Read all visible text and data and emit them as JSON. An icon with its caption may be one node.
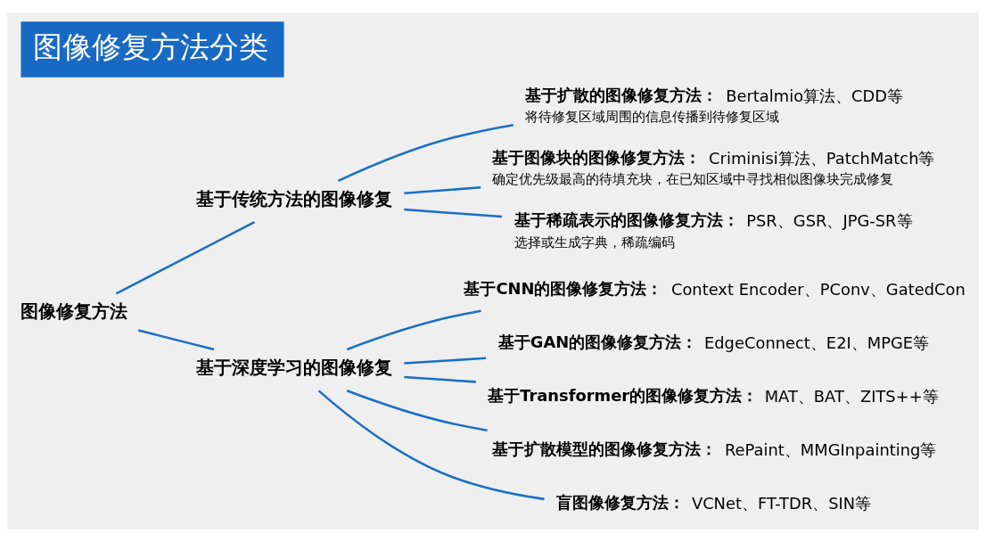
{
  "diagram": {
    "title": "图像修复方法分类",
    "nodes": [
      {
        "text": [
          "图像修复方法"
        ]
      },
      {
        "text": [
          "基于传统方法的图像修复"
        ]
      },
      {
        "text": [
          "基于扩散的图像修复方法：",
          "Bertalmio算法、CDD等",
          "将待修复区域周围的信息传播到待修复区域"
        ]
      },
      {
        "text": [
          "基于图像块的图像修复方法：",
          "Criminisi算法、PatchMatch等",
          "确定优先级最高的待填充块，在已知区域中寻找相似图像块完成修复"
        ]
      },
      {
        "text": [
          "基于稀疏表示的图像修复方法：",
          "PSR、GSR、JPG-SR等",
          "选择或生成字典，稀疏编码"
        ]
      },
      {
        "text": [
          "基于深度学习的图像修复"
        ]
      },
      {
        "text": [
          "基于CNN的图像修复方法：",
          "Context Encoder、PConv、GatedCon"
        ]
      },
      {
        "text": [
          "基于GAN的图像修复方法：",
          "EdgeConnect、E2I、MPGE等"
        ]
      },
      {
        "text": [
          "基于Transformer的图像修复方法：",
          "MAT、BAT、ZITS++等"
        ]
      },
      {
        "text": [
          "基于扩散模型的图像修复方法：",
          "RePaint、MMGInpainting等"
        ]
      },
      {
        "text": [
          "盲图像修复方法：",
          "VCNet、FT-TDR、SIN等"
        ]
      }
    ],
    "edges": [
      {
        "from": 0,
        "to": 1,
        "arrow": "none"
      },
      {
        "from": 0,
        "to": 5,
        "arrow": "none"
      },
      {
        "from": 1,
        "to": 2,
        "arrow": "none"
      },
      {
        "from": 1,
        "to": 3,
        "arrow": "none"
      },
      {
        "from": 1,
        "to": 4,
        "arrow": "none"
      },
      {
        "from": 5,
        "to": 6,
        "arrow": "none"
      },
      {
        "from": 5,
        "to": 7,
        "arrow": "none"
      },
      {
        "from": 5,
        "to": 8,
        "arrow": "none"
      },
      {
        "from": 5,
        "to": 9,
        "arrow": "none"
      },
      {
        "from": 5,
        "to": 10,
        "arrow": "none"
      }
    ]
  }
}
